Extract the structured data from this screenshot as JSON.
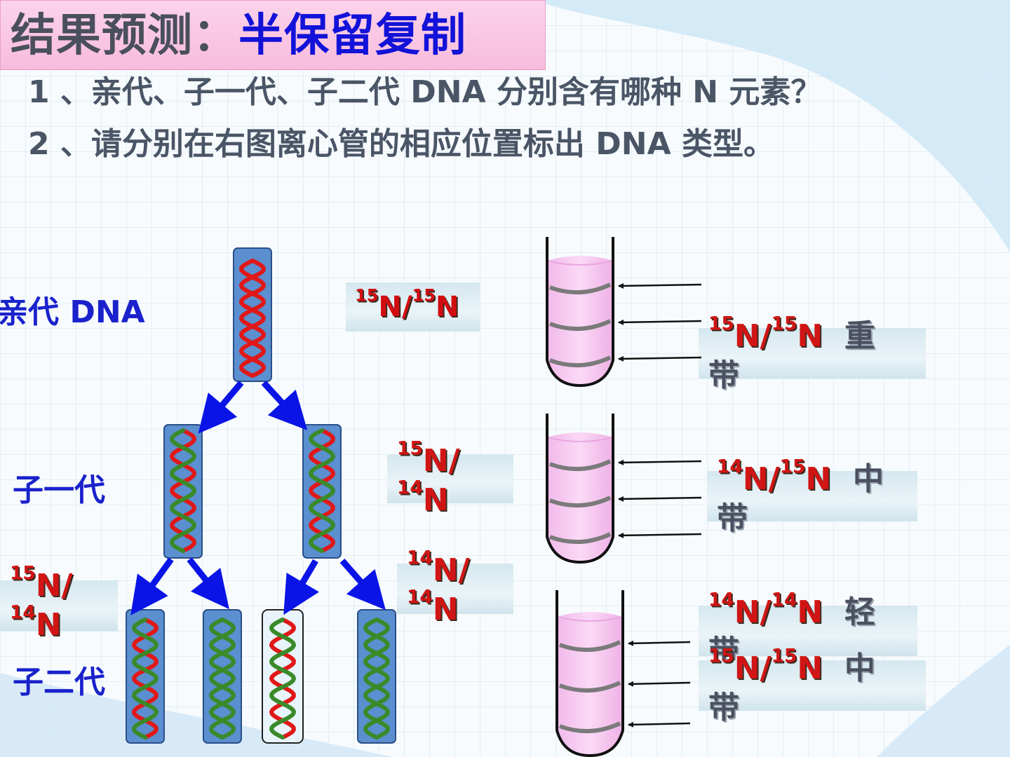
{
  "title": {
    "part1": "结果预测：",
    "part2": "半保留复制"
  },
  "questions": [
    "1 、亲代、子一代、子二代 DNA 分别含有哪种 N 元素？",
    "2 、请分别在右图离心管的相应位置标出 DNA 类型。"
  ],
  "generations": {
    "parent": "亲代 DNA",
    "f1": "子一代",
    "f2": "子二代"
  },
  "molecule_labels": {
    "parent": {
      "sup1": "15",
      "n1": "N/",
      "sup2": "15",
      "n2": "N"
    },
    "f1": {
      "sup1": "15",
      "n1": "N/",
      "sup2": "14",
      "n2": "N"
    },
    "f2_light": {
      "sup1": "14",
      "n1": "N/",
      "sup2": "14",
      "n2": "N"
    },
    "f2_hybrid": {
      "sup1": "15",
      "n1": "N/",
      "sup2": "14",
      "n2": "N"
    }
  },
  "tube_labels": {
    "heavy": {
      "sup1": "15",
      "n1": "N/",
      "sup2": "15",
      "n2": "N",
      "band": "重带"
    },
    "middle": {
      "sup1": "14",
      "n1": "N/",
      "sup2": "15",
      "n2": "N",
      "band": "中带"
    },
    "light": {
      "sup1": "14",
      "n1": "N/",
      "sup2": "14",
      "n2": "N",
      "band": "轻带"
    },
    "middle2": {
      "sup1": "15",
      "n1": "N/",
      "sup2": "15",
      "n2": "N",
      "band": "中带"
    }
  },
  "colors": {
    "title_accent": "#1212d8",
    "label_blue": "#1a22cc",
    "heavy_strand": "#e01818",
    "light_strand": "#3a8a2a",
    "rod_blue": "#5b8fcf",
    "tube_fill": "#f5c6ef",
    "arrow_blue": "#0a14e6"
  }
}
